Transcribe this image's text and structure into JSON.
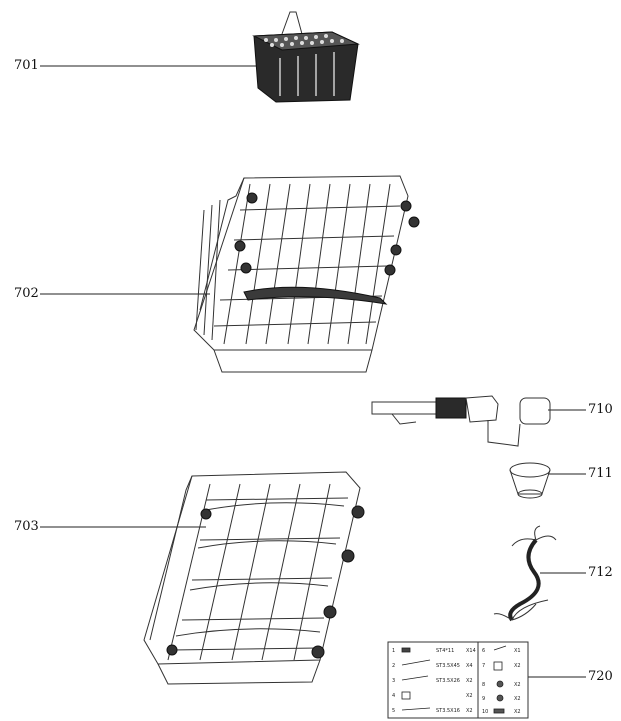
{
  "labels": {
    "p701": "701",
    "p702": "702",
    "p703": "703",
    "p710": "710",
    "p711": "711",
    "p712": "712",
    "p720": "720"
  },
  "kit": {
    "rows": [
      {
        "num": "1",
        "spec": "ST4*11",
        "qty": "X14"
      },
      {
        "num": "2",
        "spec": "ST3.5X45",
        "qty": "X4"
      },
      {
        "num": "3",
        "spec": "ST3.5X26",
        "qty": "X2"
      },
      {
        "num": "4",
        "spec": "",
        "qty": "X2"
      },
      {
        "num": "5",
        "spec": "ST3.5X16",
        "qty": "X2"
      }
    ],
    "right_rows": [
      {
        "num": "6",
        "qty": "X1"
      },
      {
        "num": "7",
        "qty": "X2"
      },
      {
        "num": "8",
        "qty": "X2"
      },
      {
        "num": "9",
        "qty": "X2"
      },
      {
        "num": "10",
        "qty": "X2"
      }
    ]
  }
}
